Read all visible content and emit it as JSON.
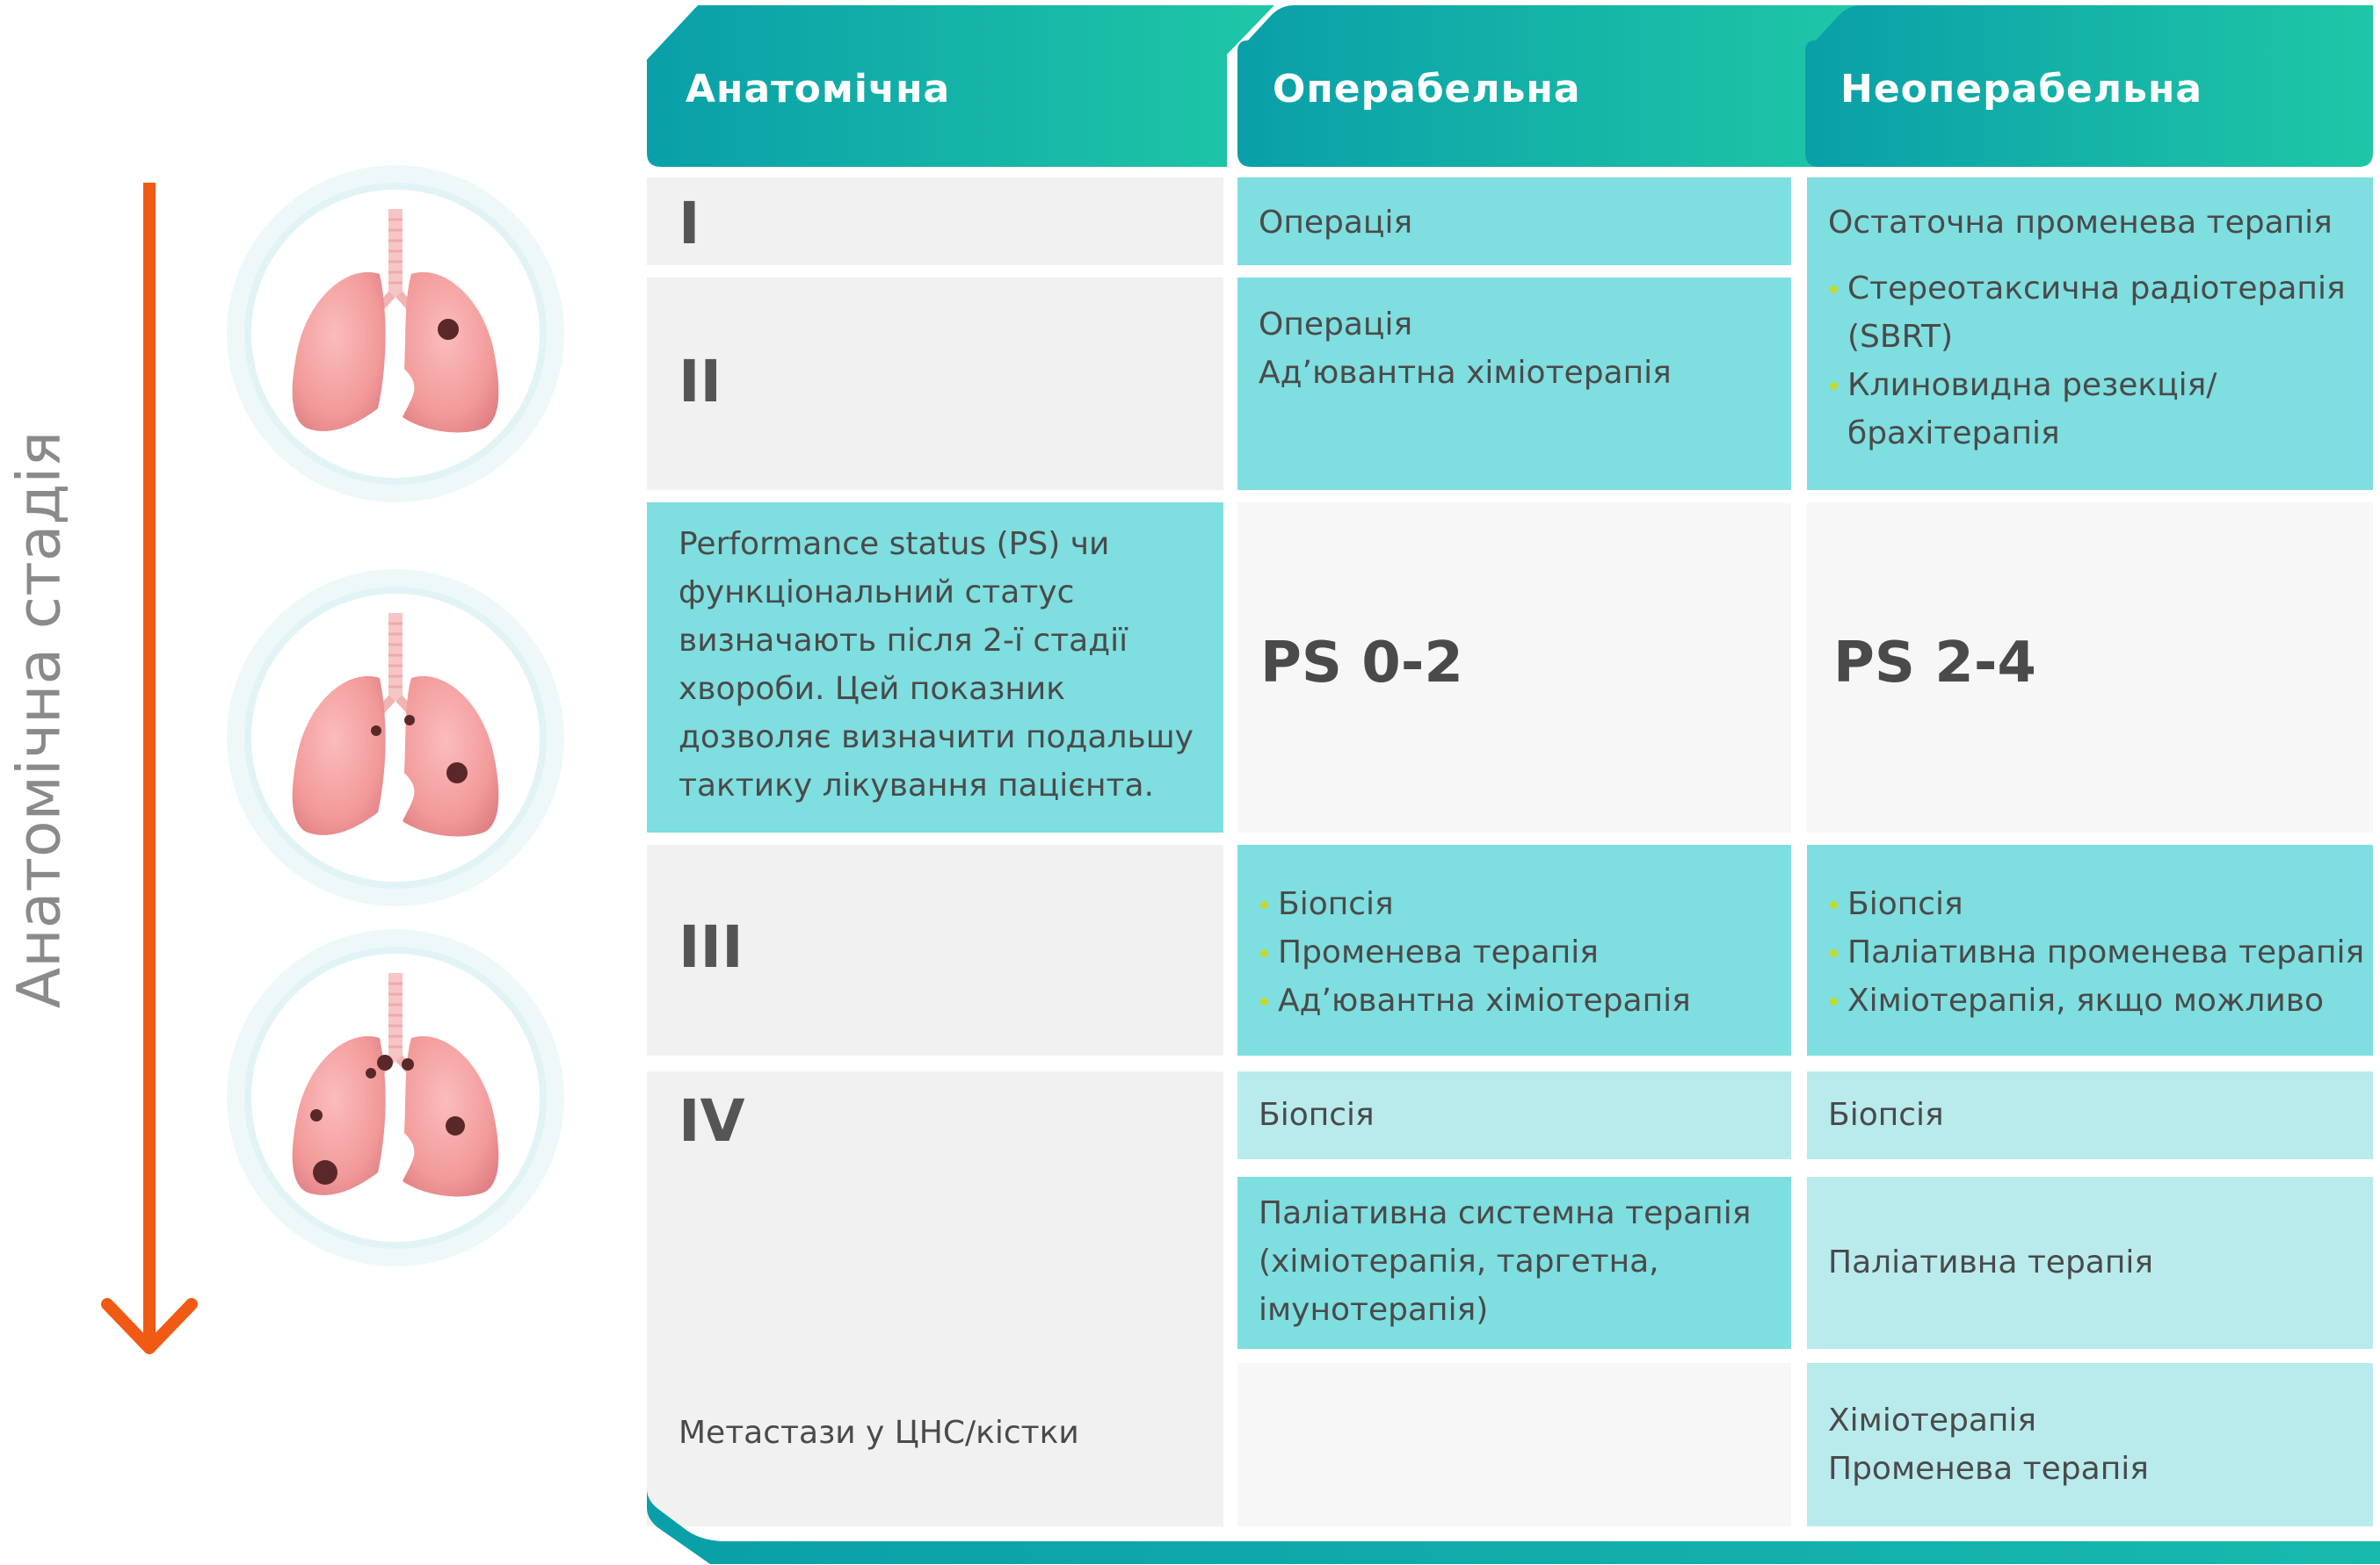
{
  "axis": {
    "label": "Анатомічна стадія",
    "arrow_color": "#f05a14"
  },
  "headers": [
    {
      "label": "Анатомічна"
    },
    {
      "label": "Операбельна"
    },
    {
      "label": "Неоперабельна"
    }
  ],
  "colors": {
    "header_from": "#0a9fa8",
    "header_to": "#1fc7a6",
    "cell_teal": "#7fdedf",
    "cell_light_teal": "#b9ebec",
    "cell_gray": "#f1f1f1",
    "bullet": "#c4d92b",
    "lung": "#f4a0a0",
    "tumor": "#5a2828"
  },
  "rows": {
    "stage1": {
      "stage": "I",
      "operable": "Операція",
      "inoperable_title": "Остаточна променева терапія",
      "inoperable_items": [
        "Стереотаксична радіотерапія (SBRT)",
        "Клиновидна резекція/ брахітерапія"
      ]
    },
    "stage2": {
      "stage": "II",
      "operable_line1": "Операція",
      "operable_line2": "Ад’ювантна хіміотерапія"
    },
    "ps": {
      "note": "Performance status (PS) чи функціональний статус визначають після 2-ї стадії хвороби. Цей показник дозволяє визначити подальшу тактику лікування пацієнта.",
      "operable": "PS 0-2",
      "inoperable": "PS 2-4"
    },
    "stage3": {
      "stage": "III",
      "operable_items": [
        "Біопсія",
        "Променева терапія",
        "Ад’ювантна хіміотерапія"
      ],
      "inoperable_items": [
        "Біопсія",
        "Паліативна променева терапія",
        "Хіміотерапія, якщо можливо"
      ]
    },
    "stage4": {
      "stage": "IV",
      "operable_biopsy": "Біопсія",
      "inoperable_biopsy": "Біопсія",
      "operable_palliative": "Паліативна системна терапія (хіміотерапія, таргетна, імунотерапія)",
      "inoperable_palliative": "Паліативна терапія",
      "metastasis_label": "Метастази у ЦНС/кістки",
      "inoperable_metastasis_line1": "Хіміотерапія",
      "inoperable_metastasis_line2": "Променева терапія"
    }
  },
  "lung_icons": [
    "lungs-stage-early-icon",
    "lungs-stage-middle-icon",
    "lungs-stage-late-icon"
  ]
}
